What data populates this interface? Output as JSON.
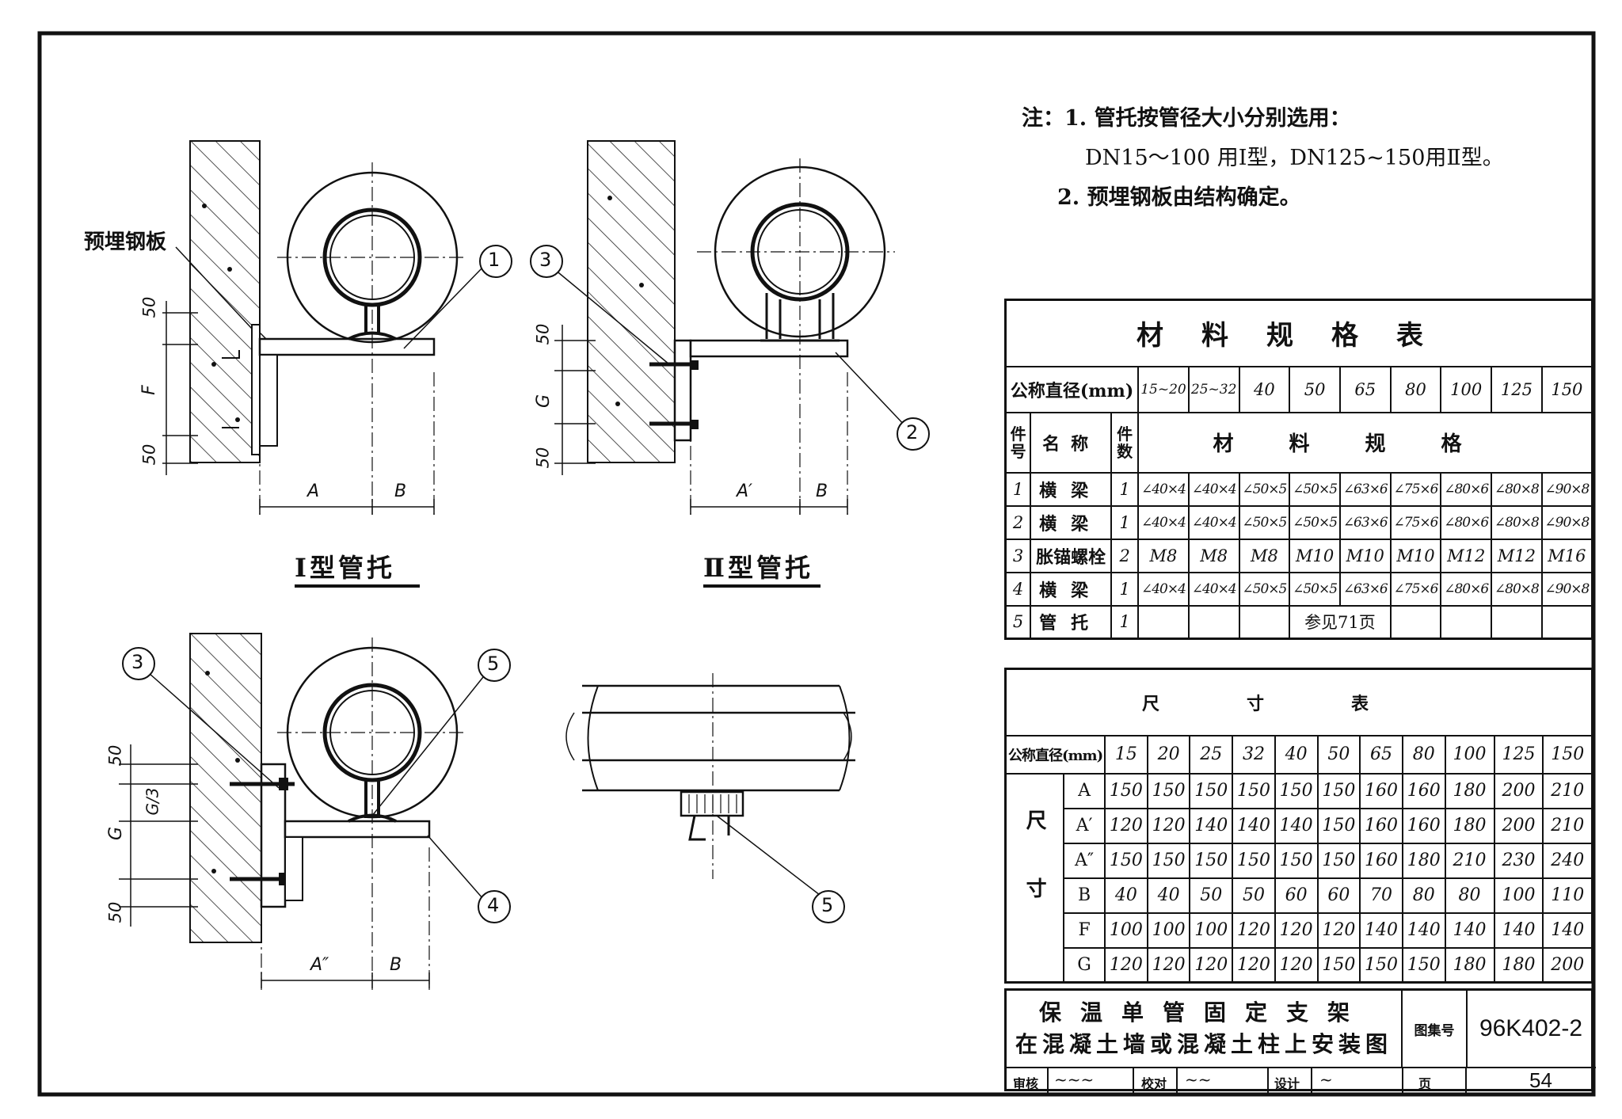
{
  "notes": {
    "line1": "注：1. 管托按管径大小分别选用：",
    "line2": "DN15～100 用Ⅰ型，DN125~150用Ⅱ型。",
    "line3": "2. 预埋钢板由结构确定。"
  },
  "drawings": {
    "embedded_plate_label": "预埋钢板",
    "type1_caption": "Ⅰ型管托",
    "type2_caption": "Ⅱ型管托",
    "dim_50": "50",
    "dim_F": "F",
    "dim_G": "G",
    "dim_G3": "G/3",
    "dim_A": "A",
    "dim_A1": "A′",
    "dim_A2": "A″",
    "dim_B": "B",
    "callouts": [
      "1",
      "2",
      "3",
      "4",
      "5"
    ]
  },
  "materials_table": {
    "title": "材料规格表",
    "diameter_label": "公称直径(mm)",
    "diameters": [
      "15~20",
      "25~32",
      "40",
      "50",
      "65",
      "80",
      "100",
      "125",
      "150"
    ],
    "col_no": "件号",
    "col_name": "名称",
    "col_qty": "件数",
    "spec_header": "材料规格",
    "rows": [
      {
        "no": "1",
        "name": "横梁",
        "qty": "1",
        "specs": [
          "∠40×4",
          "∠40×4",
          "∠50×5",
          "∠50×5",
          "∠63×6",
          "∠75×6",
          "∠80×6",
          "∠80×8",
          "∠90×8"
        ]
      },
      {
        "no": "2",
        "name": "横梁",
        "qty": "1",
        "specs": [
          "∠40×4",
          "∠40×4",
          "∠50×5",
          "∠50×5",
          "∠63×6",
          "∠75×6",
          "∠80×6",
          "∠80×8",
          "∠90×8"
        ]
      },
      {
        "no": "3",
        "name": "胀锚螺栓",
        "qty": "2",
        "specs": [
          "M8",
          "M8",
          "M8",
          "M10",
          "M10",
          "M10",
          "M12",
          "M12",
          "M16"
        ]
      },
      {
        "no": "4",
        "name": "横梁",
        "qty": "1",
        "specs": [
          "∠40×4",
          "∠40×4",
          "∠50×5",
          "∠50×5",
          "∠63×6",
          "∠75×6",
          "∠80×6",
          "∠80×8",
          "∠90×8"
        ]
      },
      {
        "no": "5",
        "name": "管托",
        "qty": "1",
        "note": "参见71页"
      }
    ]
  },
  "dimension_table": {
    "title": "尺寸表",
    "diameter_label": "公称直径(mm)",
    "side_label": "尺寸",
    "diameters": [
      "15",
      "20",
      "25",
      "32",
      "40",
      "50",
      "65",
      "80",
      "100",
      "125",
      "150"
    ],
    "rows": [
      {
        "key": "A",
        "values": [
          "150",
          "150",
          "150",
          "150",
          "150",
          "150",
          "160",
          "160",
          "180",
          "200",
          "210"
        ]
      },
      {
        "key": "A′",
        "values": [
          "120",
          "120",
          "140",
          "140",
          "140",
          "150",
          "160",
          "160",
          "180",
          "200",
          "210"
        ]
      },
      {
        "key": "A″",
        "values": [
          "150",
          "150",
          "150",
          "150",
          "150",
          "150",
          "160",
          "180",
          "210",
          "230",
          "240"
        ]
      },
      {
        "key": "B",
        "values": [
          "40",
          "40",
          "50",
          "50",
          "60",
          "60",
          "70",
          "80",
          "80",
          "100",
          "110"
        ]
      },
      {
        "key": "F",
        "values": [
          "100",
          "100",
          "100",
          "120",
          "120",
          "120",
          "140",
          "140",
          "140",
          "140",
          "140"
        ]
      },
      {
        "key": "G",
        "values": [
          "120",
          "120",
          "120",
          "120",
          "120",
          "150",
          "150",
          "150",
          "180",
          "180",
          "200"
        ]
      }
    ]
  },
  "title_block": {
    "title_line1": "保温单管固定支架",
    "title_line2": "在混凝土墙或混凝土柱上安装图",
    "atlas_label": "图集号",
    "atlas_no": "96K402-2",
    "review_label": "审核",
    "check_label": "校对",
    "design_label": "设计",
    "page_label": "页",
    "page_no": "54"
  }
}
